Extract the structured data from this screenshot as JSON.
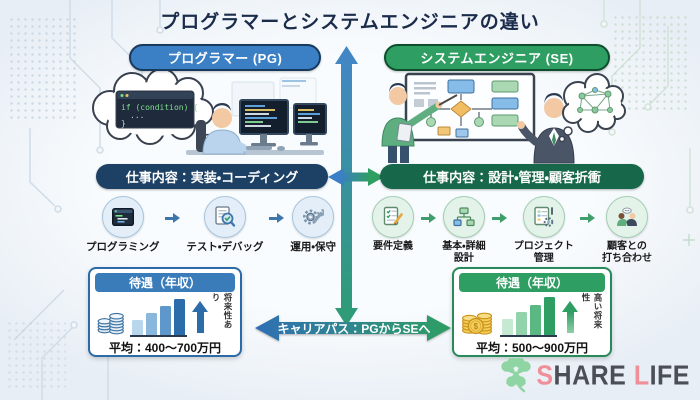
{
  "title": "プログラマーとシステムエンジニアの違い",
  "left": {
    "role_label": "プログラマー (PG)",
    "work_label": "仕事内容：実装・コーディング",
    "thought_code": "if (condition) {",
    "thought_code2": "...",
    "thought_code3": "}",
    "steps": [
      {
        "label": "プログラミング",
        "icon": "code-editor-icon"
      },
      {
        "label": "テスト・デバッグ",
        "icon": "test-debug-icon"
      },
      {
        "label": "運用・保守",
        "icon": "gear-wrench-icon"
      }
    ],
    "salary": {
      "header": "待遇（年収）",
      "caption": "平均：400〜700万円",
      "future": "将来性あり"
    }
  },
  "right": {
    "role_label": "システムエンジニア (SE)",
    "work_label": "仕事内容：設計・管理・顧客折衝",
    "steps": [
      {
        "label": "要件定義",
        "icon": "requirements-checklist-icon"
      },
      {
        "label": "基本・詳細\n設計",
        "icon": "design-orgchart-icon"
      },
      {
        "label": "プロジェクト\n管理",
        "icon": "project-management-icon"
      },
      {
        "label": "顧客との\n打ち合わせ",
        "icon": "client-meeting-icon"
      }
    ],
    "salary": {
      "header": "待遇（年収）",
      "caption": "平均：500〜900万円",
      "future": "高い将来性"
    }
  },
  "center": {
    "career_label": "キャリアパス：PGからSEへ"
  },
  "brand": {
    "part1": "S",
    "part2": "HARE",
    "part3": "L",
    "part4": "IFE",
    "clover_icon": "clover-icon"
  },
  "colors": {
    "accent_blue": "#3b7fc4",
    "accent_green": "#2f9e63",
    "dark_navy_pill": "#1d4065",
    "dark_green_pill": "#17674a",
    "title_text": "#1b2b4a",
    "coin_gold": "#f5ce58",
    "brand_pink": "#ef8f99",
    "brand_gray": "#4b4e57"
  },
  "chart_data": [
    {
      "type": "bar",
      "group": "プログラマー (PG)",
      "title": "待遇（年収）",
      "categories": [
        "1",
        "2",
        "3",
        "4"
      ],
      "values": [
        40,
        57,
        76,
        95
      ],
      "unit": "relative-height-percent",
      "bar_colors": [
        "#b9d7ec",
        "#8ab8dd",
        "#5d97cb",
        "#2b6cab"
      ],
      "annotation": "将来性あり",
      "caption": "平均：400〜700万円",
      "salary_range_man_yen": [
        400,
        700
      ],
      "legend_position": "none",
      "grid": false
    },
    {
      "type": "bar",
      "group": "システムエンジニア (SE)",
      "title": "待遇（年収）",
      "categories": [
        "1",
        "2",
        "3",
        "4"
      ],
      "values": [
        42,
        60,
        78,
        100
      ],
      "unit": "relative-height-percent",
      "bar_colors": [
        "#c6e9d2",
        "#93d3ab",
        "#5ab883",
        "#2f9e63"
      ],
      "annotation": "高い将来性",
      "caption": "平均：500〜900万円",
      "salary_range_man_yen": [
        500,
        900
      ],
      "legend_position": "none",
      "grid": false
    }
  ]
}
